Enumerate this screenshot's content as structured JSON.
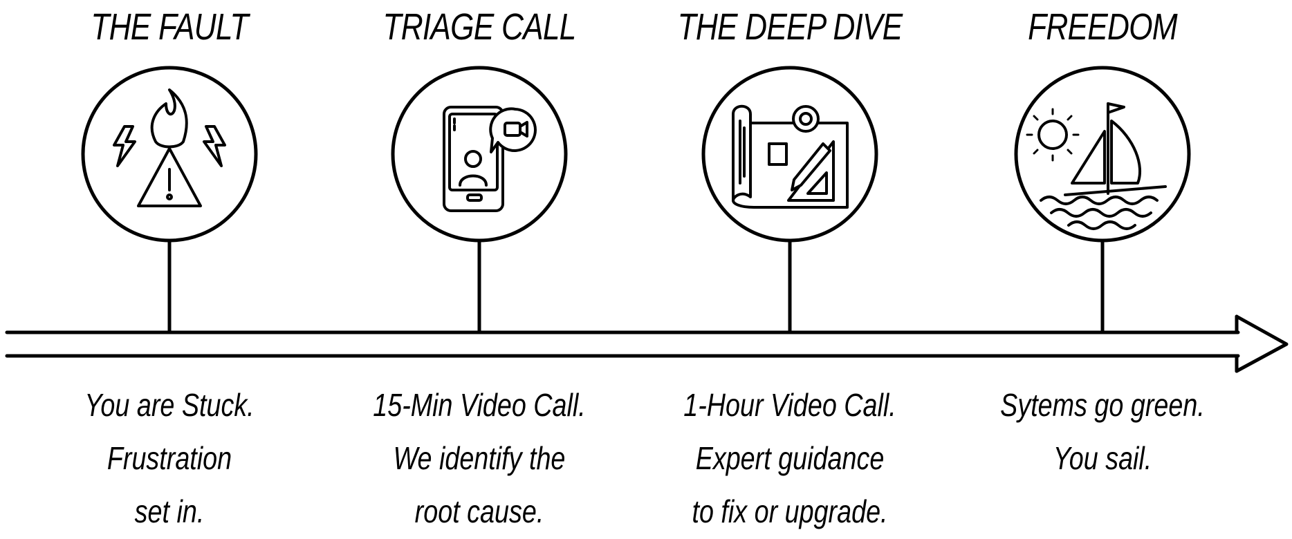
{
  "steps": [
    {
      "title": "THE FAULT",
      "icon": "fire-warning-icon",
      "lines": [
        "You are Stuck.",
        "Frustration",
        "set in."
      ]
    },
    {
      "title": "TRIAGE CALL",
      "icon": "phone-video-call-icon",
      "lines": [
        "15-Min Video Call.",
        "We identify the",
        "root cause."
      ]
    },
    {
      "title": "THE DEEP DIVE",
      "icon": "blueprint-tools-icon",
      "lines": [
        "1-Hour Video Call.",
        "Expert guidance",
        "to fix or upgrade."
      ]
    },
    {
      "title": "FREEDOM",
      "icon": "sailboat-sun-icon",
      "lines": [
        "Sytems go green.",
        "You sail."
      ]
    }
  ],
  "colors": {
    "ink": "#000000",
    "background": "#ffffff"
  }
}
